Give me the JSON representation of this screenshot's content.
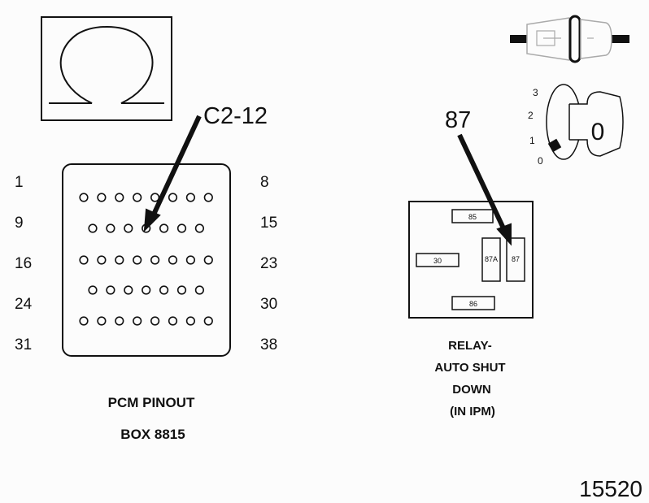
{
  "pcm": {
    "rows": [
      {
        "start": "1",
        "end": "8",
        "count": 8
      },
      {
        "start": "9",
        "end": "15",
        "count": 7
      },
      {
        "start": "16",
        "end": "23",
        "count": 8
      },
      {
        "start": "24",
        "end": "30",
        "count": 7
      },
      {
        "start": "31",
        "end": "38",
        "count": 8
      }
    ],
    "callout": "C2-12",
    "caption_line1": "PCM PINOUT",
    "caption_line2": "BOX 8815"
  },
  "relay": {
    "callout": "87",
    "terminals": {
      "t85": "85",
      "t30": "30",
      "t87a": "87A",
      "t87": "87",
      "t86": "86"
    },
    "caption": [
      "RELAY-",
      "AUTO SHUT",
      "DOWN",
      "(IN IPM)"
    ]
  },
  "ignition": {
    "positions": [
      "3",
      "2",
      "1",
      "0"
    ],
    "key_label": "0"
  },
  "figure_number": "15520"
}
